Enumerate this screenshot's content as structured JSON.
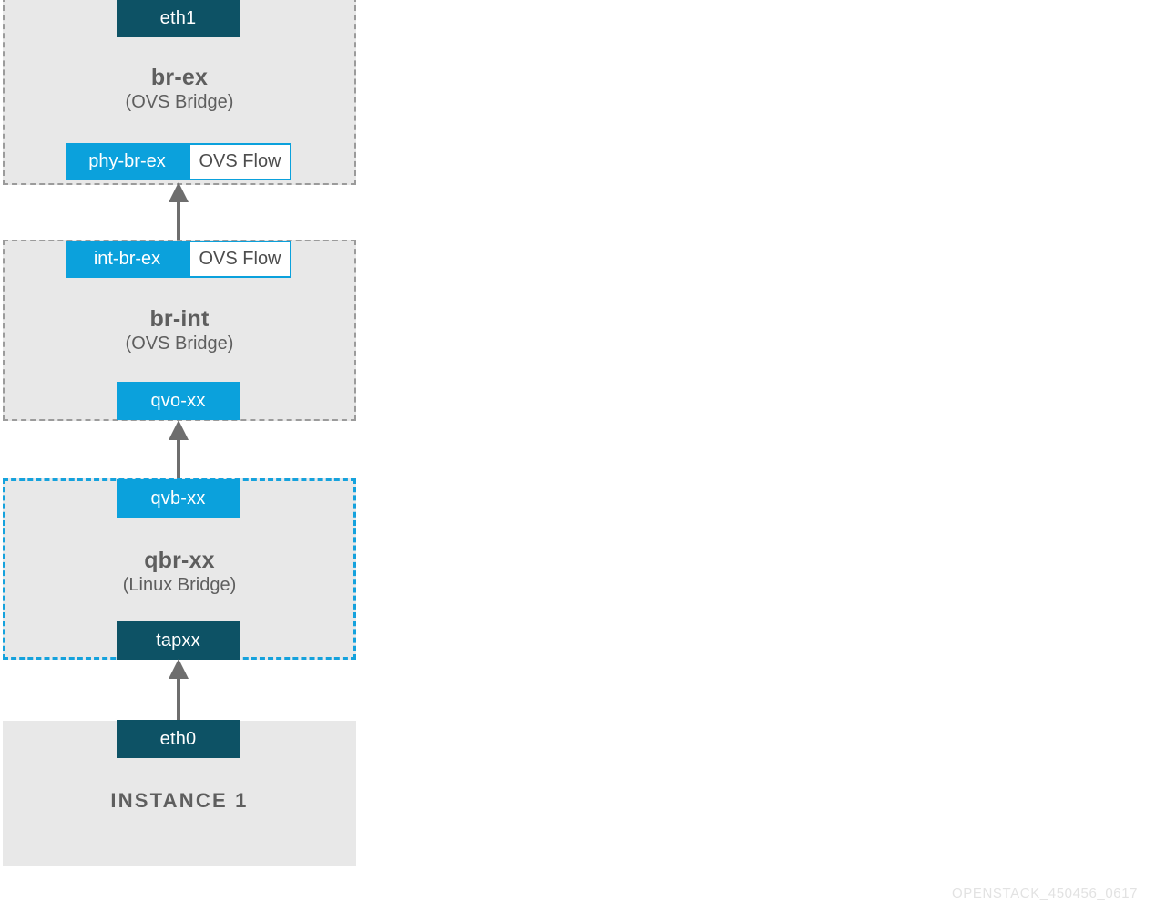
{
  "diagram": {
    "watermark": "OPENSTACK_450456_0617",
    "colors": {
      "zone_fill": "#e8e8e8",
      "dashed_gray": "#9b9b9b",
      "dashed_blue": "#15a2dd",
      "port_teal": "#0d5265",
      "port_blue": "#0ba1dc",
      "arrow_gray": "#6e6e6e",
      "text_gray": "#5e5e5e",
      "watermark_gray": "#e2e2e2"
    },
    "zones": [
      {
        "id": "br-ex",
        "title": "br-ex",
        "subtitle": "(OVS Bridge)",
        "border_style": "dashed-gray"
      },
      {
        "id": "br-int",
        "title": "br-int",
        "subtitle": "(OVS Bridge)",
        "border_style": "dashed-gray"
      },
      {
        "id": "qbr-xx",
        "title": "qbr-xx",
        "subtitle": "(Linux Bridge)",
        "border_style": "dashed-blue"
      },
      {
        "id": "instance-1",
        "title": "INSTANCE 1",
        "subtitle": "",
        "border_style": "plain"
      }
    ],
    "ports": [
      {
        "id": "eth1",
        "label": "eth1",
        "style": "teal"
      },
      {
        "id": "phy-br-ex",
        "label": "phy-br-ex",
        "style": "blue-split",
        "flow_label": "OVS Flow"
      },
      {
        "id": "int-br-ex",
        "label": "int-br-ex",
        "style": "blue-split",
        "flow_label": "OVS Flow"
      },
      {
        "id": "qvo-xx",
        "label": "qvo-xx",
        "style": "blue"
      },
      {
        "id": "qvb-xx",
        "label": "qvb-xx",
        "style": "blue"
      },
      {
        "id": "tapxx",
        "label": "tapxx",
        "style": "teal"
      },
      {
        "id": "eth0",
        "label": "eth0",
        "style": "teal"
      }
    ],
    "connections": [
      {
        "id": "int-br-ex-to-phy-br-ex",
        "from": "int-br-ex",
        "to": "phy-br-ex",
        "direction": "up"
      },
      {
        "id": "qvb-xx-to-qvo-xx",
        "from": "qvb-xx",
        "to": "qvo-xx",
        "direction": "up"
      },
      {
        "id": "eth0-to-tapxx",
        "from": "eth0",
        "to": "tapxx",
        "direction": "up"
      }
    ]
  }
}
